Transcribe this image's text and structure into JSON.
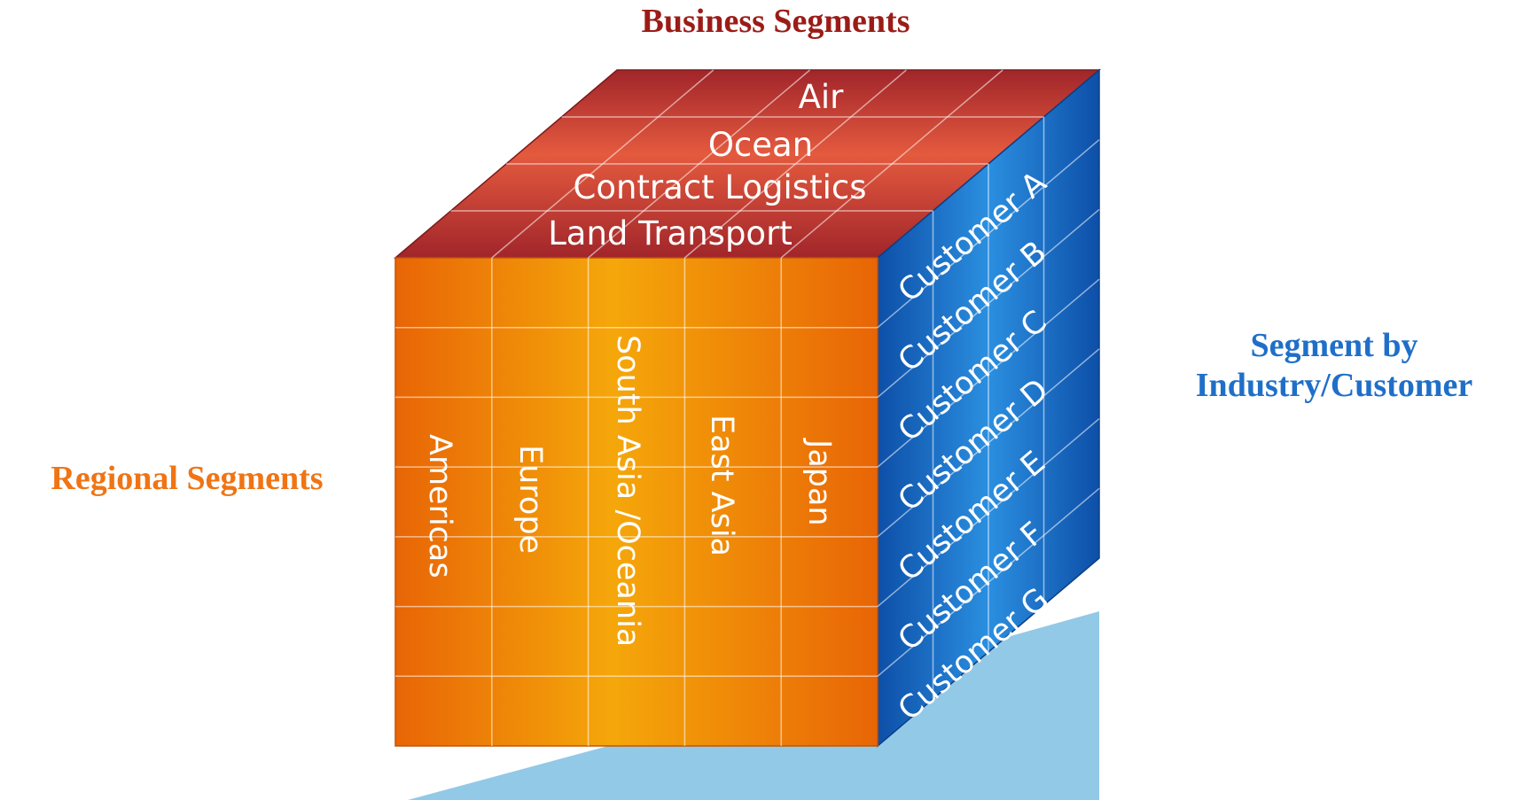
{
  "titles": {
    "business": "Business Segments",
    "regional": "Regional Segments",
    "industry": "Segment by\nIndustry/Customer"
  },
  "business_segments": [
    "Air",
    "Ocean",
    "Contract Logistics",
    "Land Transport"
  ],
  "regional_segments": [
    "Americas",
    "Europe",
    "South Asia /Oceania",
    "East Asia",
    "Japan"
  ],
  "customer_segments": [
    "Customer A",
    "Customer B",
    "Customer C",
    "Customer D",
    "Customer E",
    "Customer F",
    "Customer G"
  ],
  "colors": {
    "business_title": "#9b1c17",
    "regional_title": "#f07414",
    "industry_title": "#1f6fc9",
    "top_face_dark": "#a1252a",
    "top_face_light": "#e45a3e",
    "front_face_dark": "#e86506",
    "front_face_light": "#f5a70a",
    "side_face_dark": "#0d4fa8",
    "side_face_light": "#2b8fe0",
    "shadow": "#8cc6e6"
  }
}
